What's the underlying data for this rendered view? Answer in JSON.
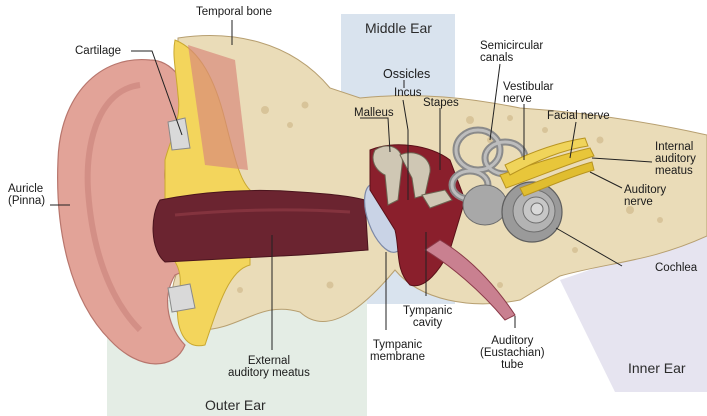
{
  "regions": {
    "middle": "Middle Ear",
    "outer": "Outer Ear",
    "inner": "Inner Ear"
  },
  "labels": {
    "temporal_bone": "Temporal bone",
    "cartilage": "Cartilage",
    "auricle": "Auricle\n(Pinna)",
    "ossicles": "Ossicles",
    "incus": "Incus",
    "malleus": "Malleus",
    "stapes": "Stapes",
    "semicircular": "Semicircular\ncanals",
    "vestibular": "Vestibular\nnerve",
    "facial": "Facial nerve",
    "internal_meatus": "Internal\nauditory\nmeatus",
    "auditory_nerve": "Auditory\nnerve",
    "cochlea": "Cochlea",
    "external_meatus": "External\nauditory meatus",
    "tympanic_membrane": "Tympanic\nmembrane",
    "tympanic_cavity": "Tympanic\ncavity",
    "eustachian": "Auditory\n(Eustachian)\ntube"
  },
  "colors": {
    "skin": "#e2a398",
    "skin_shadow": "#c9827a",
    "bone": "#eadcb8",
    "bone_dark": "#c7b48a",
    "marrow": "#f3d55c",
    "canal": "#6b2430",
    "canal_light": "#8e3b44",
    "cavity": "#8a1f2c",
    "membrane": "#c9d3e6",
    "cochlea": "#9a9a9a",
    "nerve": "#e8c63a",
    "band_mid": "#d9e3ee",
    "band_outer": "#e4ede5",
    "band_inner": "#e6e4f0"
  }
}
